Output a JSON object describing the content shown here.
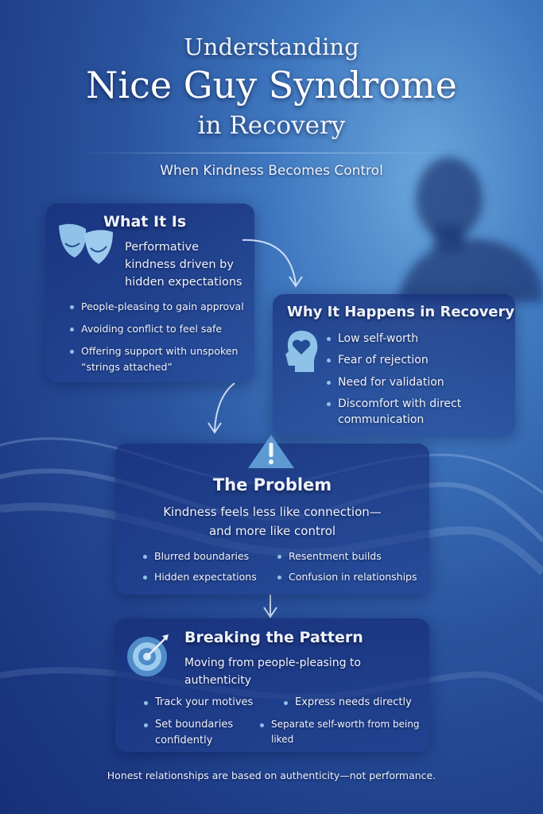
{
  "header": {
    "line1": "Understanding",
    "line2": "Nice Guy Syndrome",
    "line3": "in Recovery",
    "subtitle": "When Kindness Becomes Control"
  },
  "what_it_is": {
    "title": "What It Is",
    "description": "Performative kindness driven by hidden expectations",
    "bullets": [
      "People-pleasing to gain approval",
      "Avoiding conflict to feel safe",
      "Offering support with unspoken “strings attached”"
    ],
    "icon": "theater-masks-icon"
  },
  "why": {
    "title": "Why It Happens in Recovery",
    "bullets": [
      "Low self-worth",
      "Fear of rejection",
      "Need for validation",
      "Discomfort with direct communication"
    ],
    "icon": "head-heart-icon"
  },
  "problem": {
    "title": "The Problem",
    "description_line1": "Kindness feels less like connection—",
    "description_line2": "and more like control",
    "bullets": [
      "Blurred boundaries",
      "Resentment builds",
      "Hidden expectations",
      "Confusion in relationships"
    ],
    "icon": "warning-icon"
  },
  "breaking": {
    "title": "Breaking the Pattern",
    "description": "Moving from people-pleasing to authenticity",
    "bullets": [
      "Track your motives",
      "Express needs directly",
      "Set boundaries confidently",
      "Separate self-worth from being liked"
    ],
    "icon": "target-icon"
  },
  "footer": "Honest relationships are based on authenticity—not performance."
}
